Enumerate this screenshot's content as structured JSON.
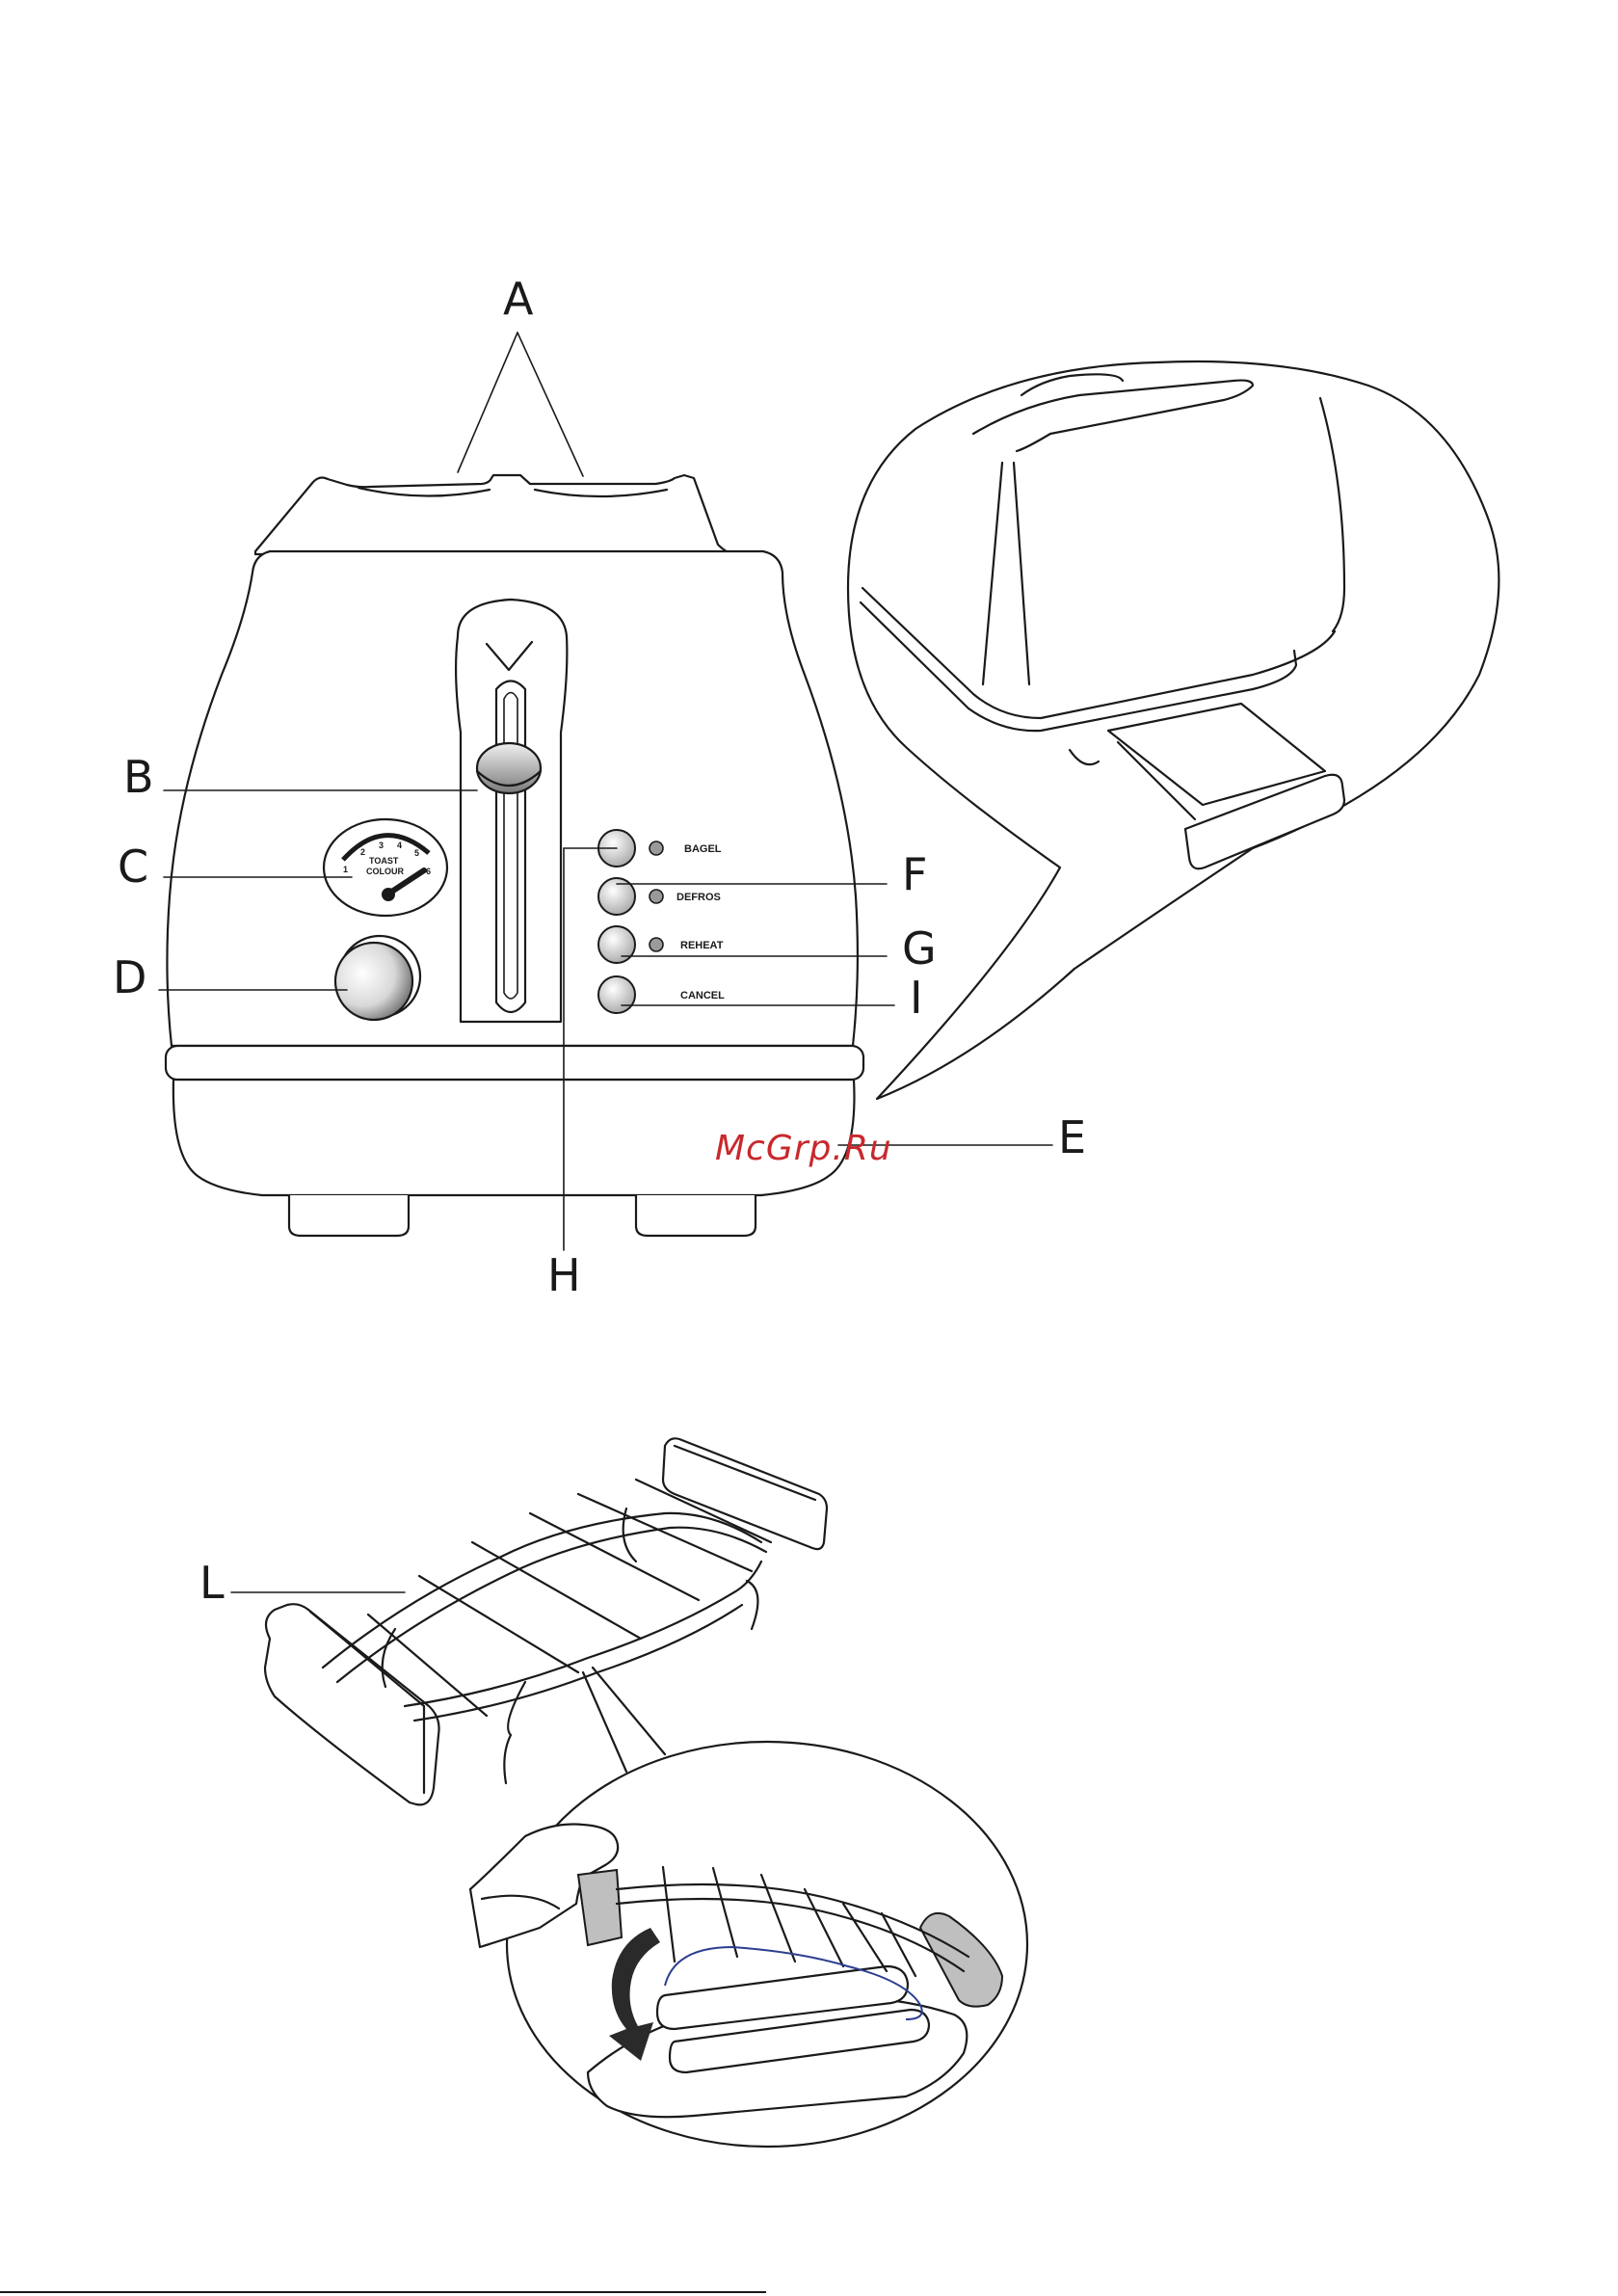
{
  "labels": {
    "a": "A",
    "b": "B",
    "c": "C",
    "d": "D",
    "e": "E",
    "f": "F",
    "g": "G",
    "h": "H",
    "i": "I",
    "l": "L"
  },
  "buttons": {
    "bagel": "BAGEL",
    "defrost": "DEFROS",
    "reheat": "REHEAT",
    "cancel": "CANCEL"
  },
  "dial": {
    "title_line1": "TOAST",
    "title_line2": "COLOUR",
    "numbers": [
      "1",
      "2",
      "3",
      "4",
      "5",
      "6"
    ]
  },
  "watermark": "McGrp.Ru",
  "colors": {
    "line": "#1a1a1a",
    "watermark": "#c8282c",
    "arrow": "#2a2a2a",
    "wire_highlight": "#2c3e8f",
    "grey_fill": "#bfbfbf"
  }
}
